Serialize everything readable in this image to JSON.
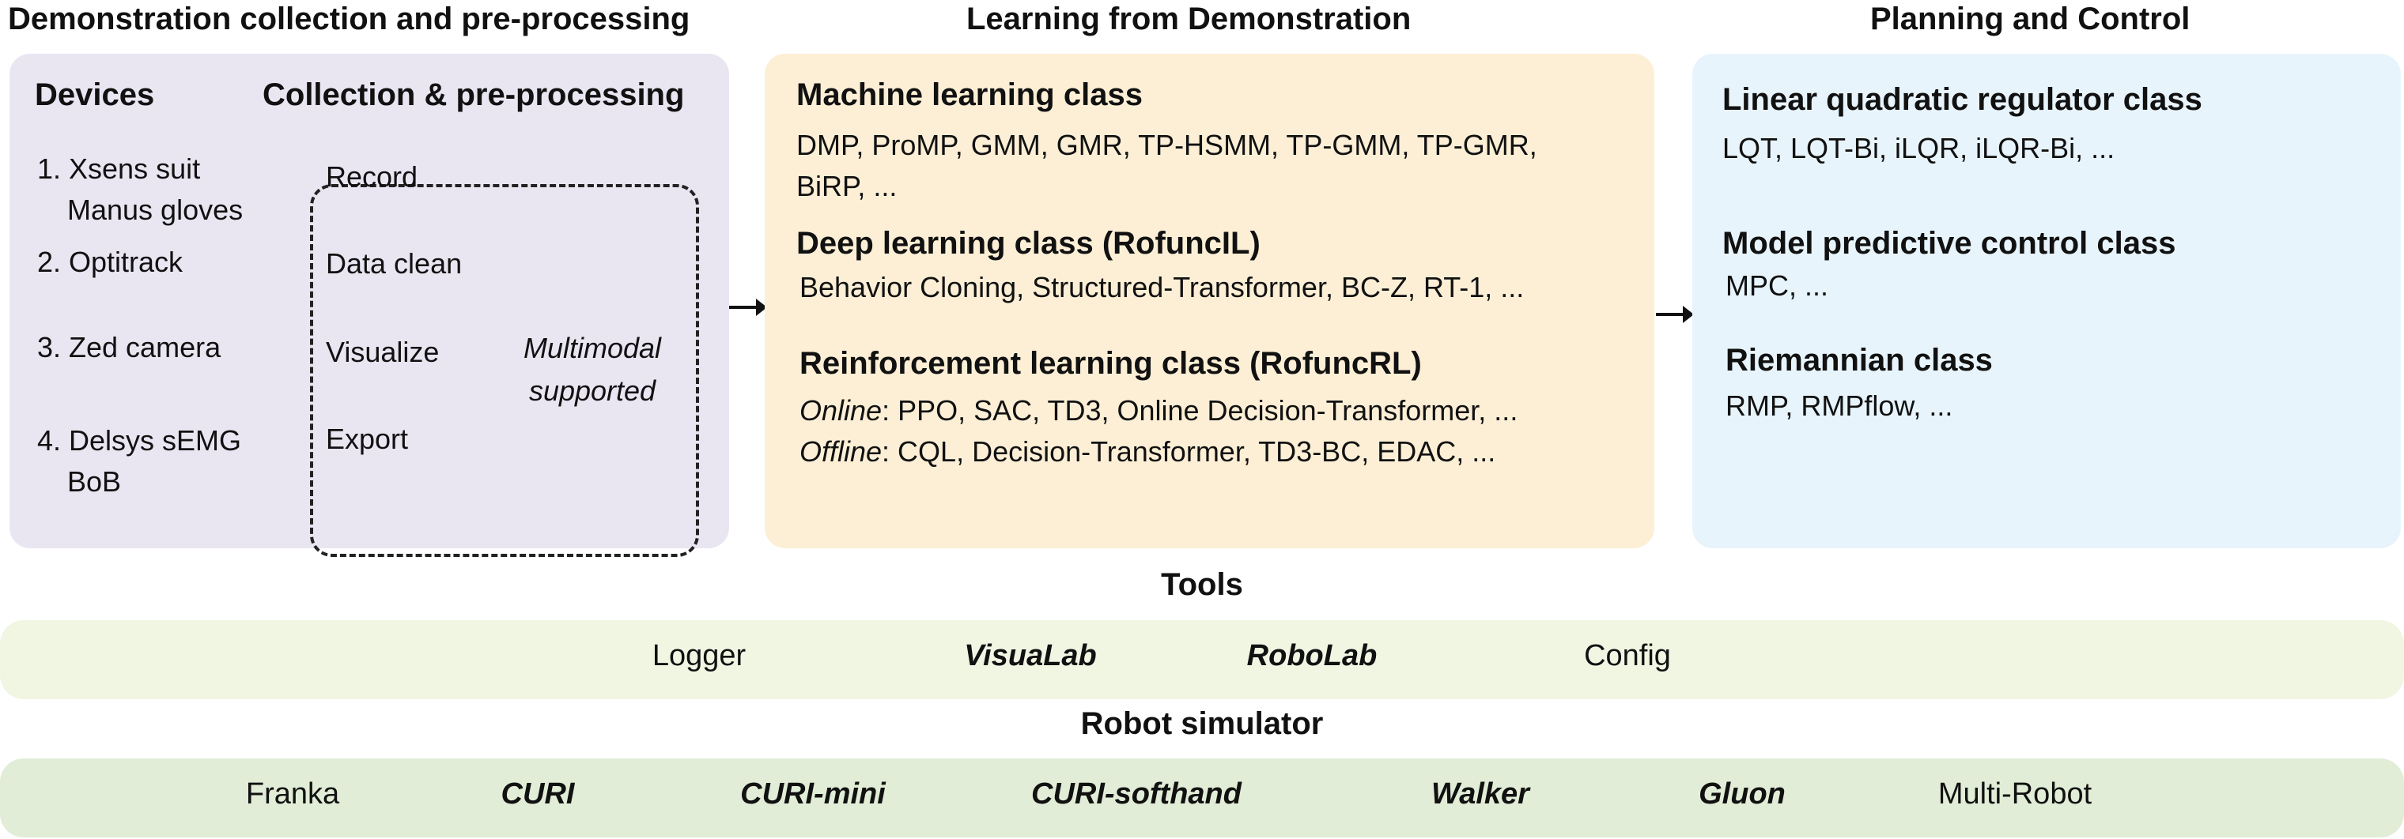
{
  "sections": {
    "collection": {
      "title": "Demonstration collection and pre-processing",
      "devices_heading": "Devices",
      "devices": [
        {
          "line1": "1. Xsens suit",
          "line2": "Manus gloves"
        },
        {
          "line1": "2. Optitrack",
          "line2": ""
        },
        {
          "line1": "3. Zed camera",
          "line2": ""
        },
        {
          "line1": "4. Delsys sEMG",
          "line2": "BoB"
        }
      ],
      "processing_heading": "Collection & pre-processing",
      "steps": [
        "Record",
        "Data clean",
        "Visualize",
        "Export"
      ],
      "multimodal_line1": "Multimodal",
      "multimodal_line2": "supported"
    },
    "lfd": {
      "title": "Learning from Demonstration",
      "ml_heading": "Machine learning class",
      "ml_line1": "DMP, ProMP, GMM, GMR, TP-HSMM, TP-GMM, TP-GMR,",
      "ml_line2": "BiRP, ...",
      "dl_heading": "Deep learning class (RofuncIL)",
      "dl_line": "Behavior Cloning, Structured-Transformer, BC-Z, RT-1, ...",
      "rl_heading": "Reinforcement learning class (RofuncRL)",
      "rl_online_label": "Online",
      "rl_online_text": ": PPO, SAC, TD3, Online Decision-Transformer, ...",
      "rl_offline_label": "Offline",
      "rl_offline_text": ": CQL, Decision-Transformer, TD3-BC,  EDAC, ..."
    },
    "control": {
      "title": "Planning and Control",
      "lqr_heading": "Linear quadratic regulator class",
      "lqr_line": "LQT, LQT-Bi, iLQR, iLQR-Bi, ...",
      "mpc_heading": "Model predictive control class",
      "mpc_line": "MPC, ...",
      "riem_heading": "Riemannian class",
      "riem_line": "RMP, RMPflow, ..."
    }
  },
  "tools": {
    "title": "Tools",
    "items": [
      "Logger",
      "VisuaLab",
      "RoboLab",
      "Config"
    ]
  },
  "simulator": {
    "title": "Robot simulator",
    "items": [
      "Franka",
      "CURI",
      "CURI-mini",
      "CURI-softhand",
      "Walker",
      "Gluon",
      "Multi-Robot"
    ]
  },
  "colors": {
    "collection_panel": "#e9e6f2",
    "lfd_panel": "#fcefd6",
    "control_panel": "#e8f4fb",
    "tools_bar": "#f1f6e3",
    "simulator_bar": "#e1edd6"
  }
}
